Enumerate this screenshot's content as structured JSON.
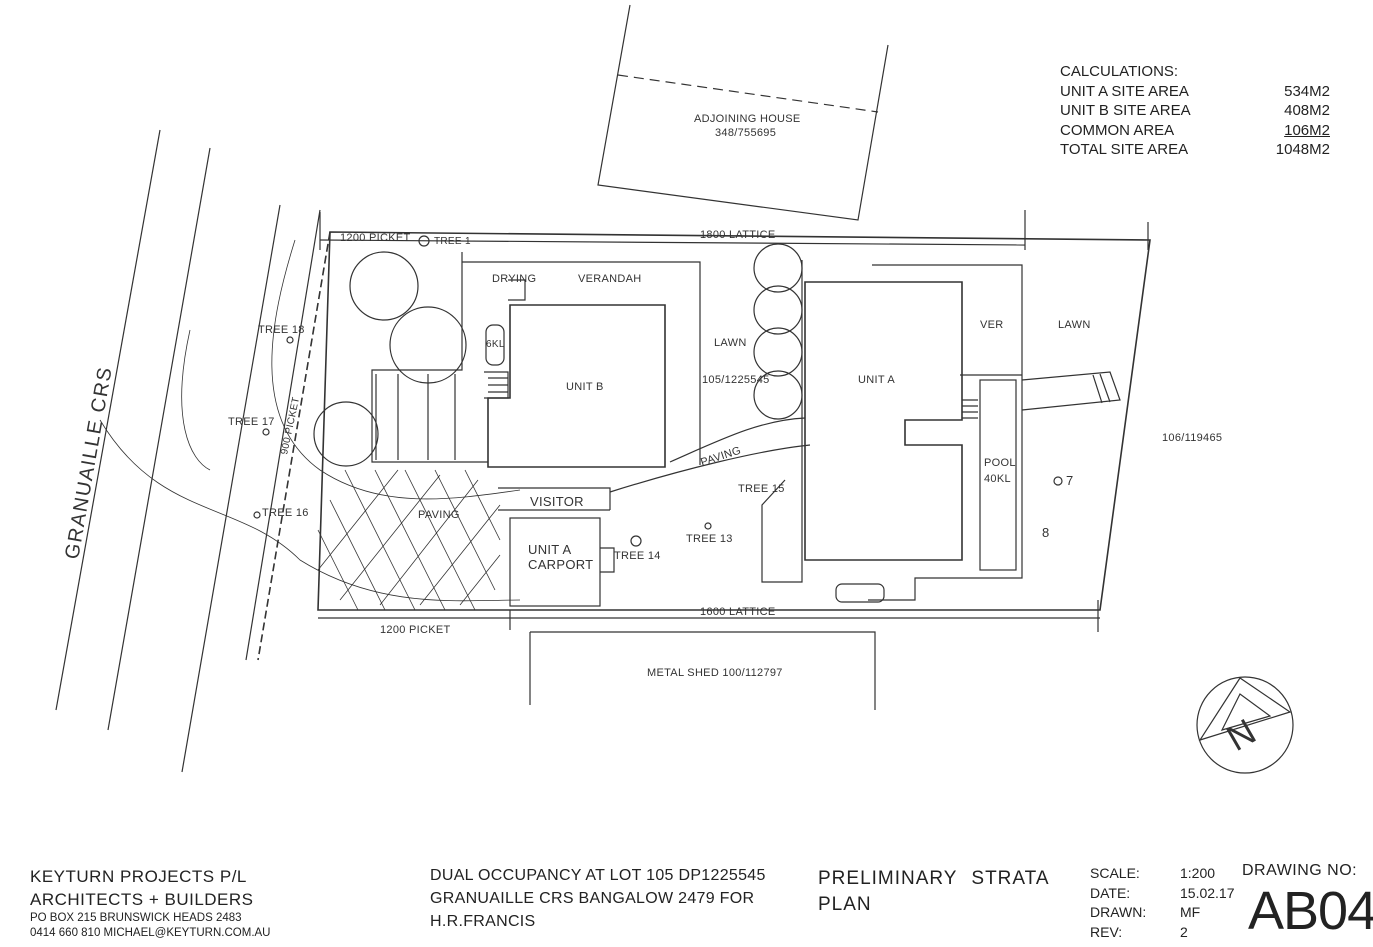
{
  "calculations": {
    "heading": "CALCULATIONS:",
    "rows": [
      {
        "label": "UNIT A SITE AREA",
        "value": "534M2"
      },
      {
        "label": "UNIT B SITE AREA",
        "value": "408M2"
      },
      {
        "label": "COMMON AREA",
        "value": "106M2"
      },
      {
        "label": "TOTAL SITE AREA",
        "value": "1048M2"
      }
    ]
  },
  "plan": {
    "street": "GRANUAILLE CRS",
    "adjoining_house": "ADJOINING HOUSE",
    "adjoining_lot": "348/755695",
    "fence_top_left": "1200 PICKET",
    "fence_top": "1800 LATTICE",
    "fence_bottom_left": "1200 PICKET",
    "fence_bottom": "1600 LATTICE",
    "fence_side": "900 PICKET",
    "tree_1": "TREE 1",
    "tree_13": "TREE 13",
    "tree_14": "TREE 14",
    "tree_15": "TREE 15",
    "tree_16": "TREE 16",
    "tree_17": "TREE 17",
    "tree_18": "TREE 18",
    "drying": "DRYING",
    "verandah": "VERANDAH",
    "tank_b": "6KL",
    "unit_b": "UNIT B",
    "lawn_mid": "LAWN",
    "lot_mid": "105/1225545",
    "unit_a": "UNIT A",
    "ver": "VER",
    "lawn_right": "LAWN",
    "lot_right": "106/119465",
    "pool": "POOL",
    "pool_tank": "40KL",
    "paving_mid": "PAVING",
    "visitor": "VISITOR",
    "paving_left": "PAVING",
    "carport_l1": "UNIT A",
    "carport_l2": "CARPORT",
    "shed": "METAL SHED 100/112797",
    "mark_7": "7",
    "mark_8": "8",
    "north": "N"
  },
  "title_block": {
    "firm_line1": "KEYTURN PROJECTS P/L",
    "firm_line2": "ARCHITECTS + BUILDERS",
    "firm_line3": "PO BOX 215 BRUNSWICK HEADS 2483",
    "firm_line4": "0414 660 810 MICHAEL@KEYTURN.COM.AU",
    "project_line1": "DUAL OCCUPANCY AT LOT 105 DP1225545",
    "project_line2": "GRANUAILLE CRS BANGALOW 2479 FOR",
    "project_line3": "H.R.FRANCIS",
    "title_line1": "PRELIMINARY STRATA",
    "title_line2": "PLAN",
    "scale_label": "SCALE:",
    "scale_value": "1:200",
    "date_label": "DATE:",
    "date_value": "15.02.17",
    "drawn_label": "DRAWN:",
    "drawn_value": "MF",
    "rev_label": "REV:",
    "rev_value": "2",
    "drawing_no_label": "DRAWING NO:",
    "drawing_no": "AB04"
  }
}
